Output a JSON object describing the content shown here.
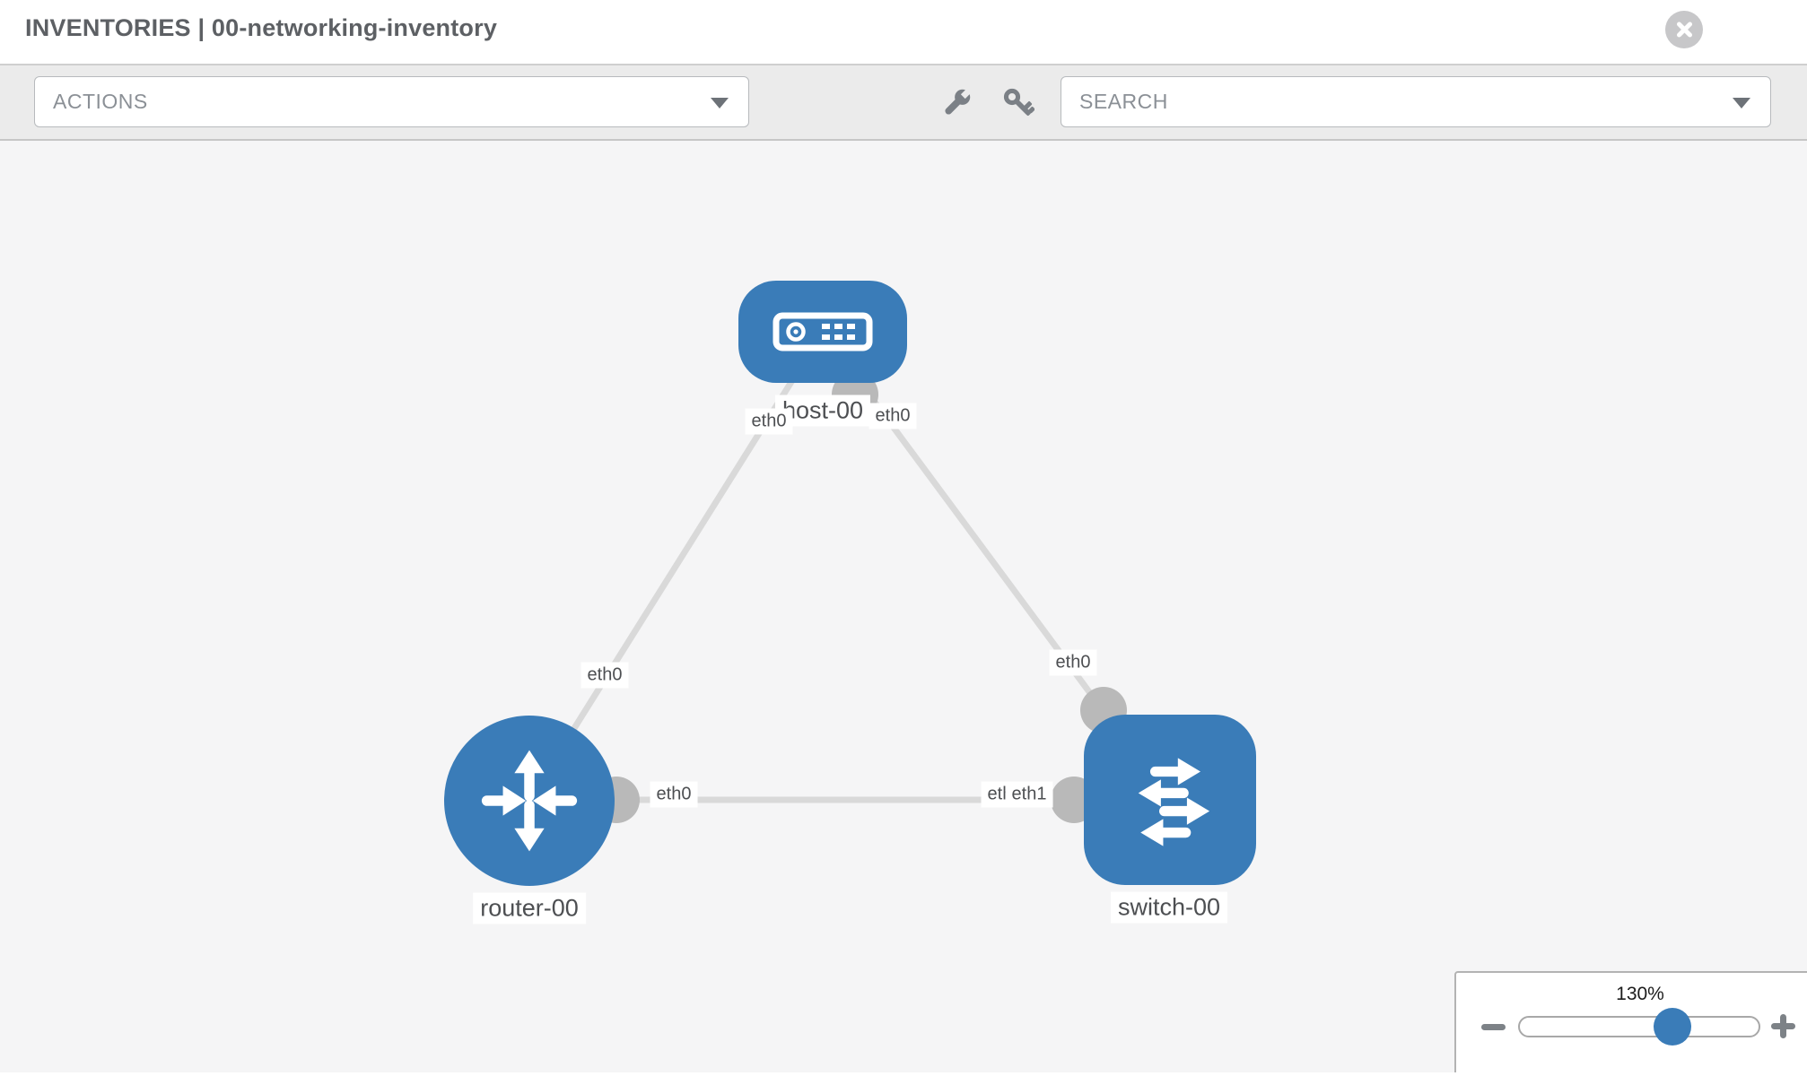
{
  "header": {
    "title": "INVENTORIES | 00-networking-inventory",
    "close_icon": "x-circle-icon"
  },
  "toolbar": {
    "actions_placeholder": "ACTIONS",
    "search_placeholder": "SEARCH",
    "wrench_icon": "wrench-icon",
    "key_icon": "key-icon"
  },
  "topology": {
    "nodes": [
      {
        "id": "host-00",
        "type": "host",
        "label": "host-00"
      },
      {
        "id": "router-00",
        "type": "router",
        "label": "router-00"
      },
      {
        "id": "switch-00",
        "type": "switch",
        "label": "switch-00"
      }
    ],
    "links": [
      {
        "from": "host-00",
        "to": "router-00",
        "from_interface": "eth0",
        "to_interface": "eth0"
      },
      {
        "from": "host-00",
        "to": "switch-00",
        "from_interface": "eth0",
        "to_interface": "eth0"
      },
      {
        "from": "router-00",
        "to": "switch-00",
        "from_interface": "eth0",
        "to_interface": "eth1"
      }
    ],
    "interface_labels": {
      "host_router_host_end": "eth0",
      "host_router_router_end": "eth0",
      "host_switch_host_end": "eth0",
      "host_switch_switch_end": "eth0",
      "router_switch_router_end": "eth0",
      "router_switch_switch_end_back": "eth0",
      "router_switch_switch_end_front": "eth1"
    }
  },
  "zoom_control": {
    "level_label": "130%",
    "slider_percent": 64,
    "minus_icon": "minus-icon",
    "plus_icon": "plus-icon"
  },
  "colors": {
    "node_blue": "#3a7cb8",
    "link_gray": "#d9d9d9",
    "dot_gray": "#b9b9b9",
    "canvas_bg": "#f5f5f6",
    "toolbar_bg": "#ebebeb"
  }
}
